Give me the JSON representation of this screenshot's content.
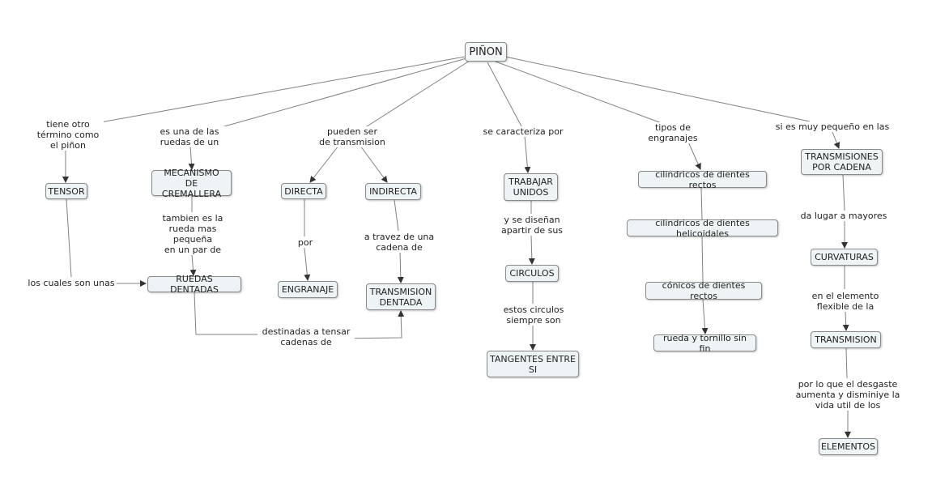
{
  "colors": {
    "line": "#808080",
    "arrow": "#333333",
    "node_bg": "#eef3f5",
    "node_border": "#8a8a8a"
  },
  "concept_map": {
    "root": {
      "label": "PIÑON"
    },
    "nodes": {
      "tensor": "TENSOR",
      "mecanismo": "MECANISMO\nDE CREMALLERA",
      "ruedas": "RUEDAS DENTADAS",
      "directa": "DIRECTA",
      "indirecta": "INDIRECTA",
      "engranaje": "ENGRANAJE",
      "transmision_dentada": "TRANSMISION\nDENTADA",
      "trabajar": "TRABAJAR\nUNIDOS",
      "circulos": "CIRCULOS",
      "tangentes": "TANGENTES ENTRE\nSI",
      "cil_rectos": "cilindricos de dientes rectos",
      "cil_helicoidales": "cilindricos de dientes helicoidales",
      "conicos": "cónicos de dientes rectos",
      "rueda_tornillo": "rueda y tornillo sin fin",
      "transmisiones_cadena": "TRANSMISIONES\nPOR CADENA",
      "curvaturas": "CURVATURAS",
      "transmision": "TRANSMISION",
      "elementos": "ELEMENTOS"
    },
    "phrases": {
      "tiene_otro": "tiene otro\ntérmino como\nel piñon",
      "es_una": "es una de las\nruedas de un",
      "pueden_ser": "pueden ser\nde transmision",
      "caracteriza": "se caracteriza por",
      "tipos": "tipos de engranajes",
      "si_es": "si es muy pequeño en las",
      "cuales": "los cuales son unas",
      "tambien": "tambien es la\nrueda mas\npequeña\nen un par de",
      "por": "por",
      "a_travez": "a travez de una\ncadena de",
      "diseñan": "y se diseñan\napartir de sus",
      "estos": "estos circulos\nsiempre son",
      "destinadas": "destinadas a tensar\ncadenas de",
      "lugar": "da lugar a mayores",
      "elemento": "en el elemento\nflexible de la",
      "desgaste": "por lo que el desgaste\naumenta y disminiye la\nvida util de los"
    }
  }
}
